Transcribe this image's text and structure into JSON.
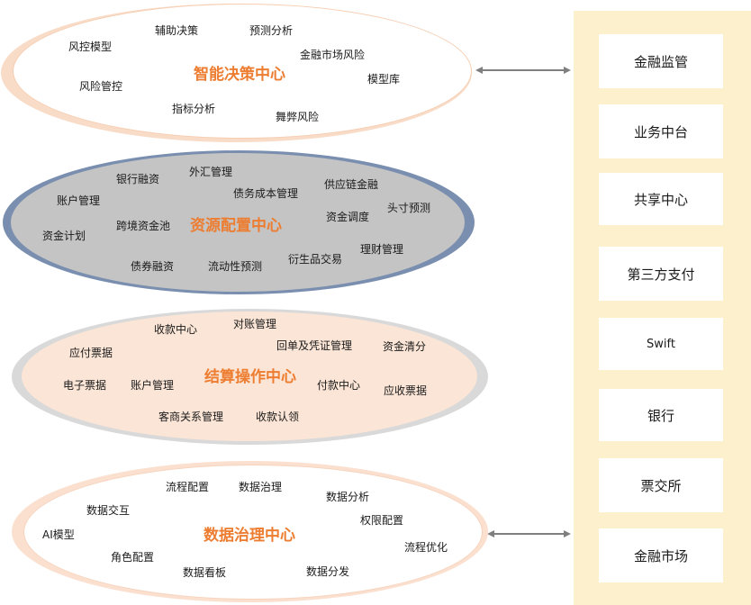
{
  "centers": [
    {
      "title": "智能决策中心",
      "labels": [
        "辅助决策",
        "预测分析",
        "风控模型",
        "金融市场风险",
        "模型库",
        "风险管控",
        "指标分析",
        "舞弊风险"
      ]
    },
    {
      "title": "资源配置中心",
      "labels": [
        "银行融资",
        "外汇管理",
        "债务成本管理",
        "供应链金融",
        "账户管理",
        "资金调度",
        "头寸预测",
        "资金计划",
        "跨境资金池",
        "理财管理",
        "衍生品交易",
        "债券融资",
        "流动性预测"
      ]
    },
    {
      "title": "结算操作中心",
      "labels": [
        "收款中心",
        "对账管理",
        "应付票据",
        "回单及凭证管理",
        "资金清分",
        "电子票据",
        "账户管理",
        "付款中心",
        "应收票据",
        "客商关系管理",
        "收款认领"
      ]
    },
    {
      "title": "数据治理中心",
      "labels": [
        "流程配置",
        "数据治理",
        "数据分析",
        "数据交互",
        "权限配置",
        "AI模型",
        "流程优化",
        "角色配置",
        "数据看板",
        "数据分发"
      ]
    }
  ],
  "external": [
    "金融监管",
    "业务中台",
    "共享中心",
    "第三方支付",
    "Swift",
    "银行",
    "票交所",
    "金融市场"
  ],
  "colors": {
    "accent_title": "#ed7d31",
    "panel_bg": "#fdf0cc",
    "arrow": "#7f7f7f"
  }
}
